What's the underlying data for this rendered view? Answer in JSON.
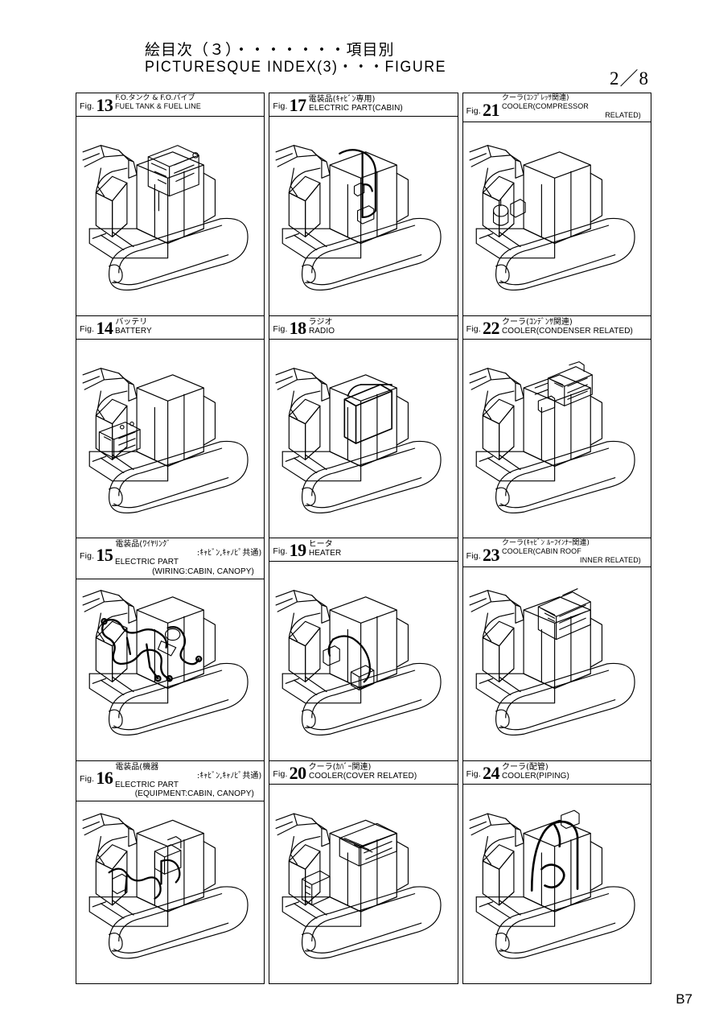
{
  "header": {
    "title_jp": "絵目次（３）・・・・・・・項目別",
    "title_en": "PICTURESQUE INDEX(3)・・・FIGURE",
    "page_number": "2／8",
    "footer_code": "B7"
  },
  "figures": [
    {
      "fig_label": "Fig.",
      "number": "13",
      "jp": "F.O.タンク & F.O.パイプ",
      "en": "FUEL TANK & FUEL LINE",
      "en2": "",
      "jp2": "",
      "art": "tank"
    },
    {
      "fig_label": "Fig.",
      "number": "14",
      "jp": "バッテリ",
      "en": "BATTERY",
      "en2": "",
      "jp2": "",
      "art": "battery"
    },
    {
      "fig_label": "Fig.",
      "number": "15",
      "jp": "電装品(ﾜｲﾔﾘﾝｸﾞ",
      "jp2": ":ｷｬﾋﾞﾝ,ｷｬﾉﾋﾟ共通)",
      "en": "ELECTRIC PART",
      "en2": "(WIRING:CABIN, CANOPY)",
      "art": "wiring"
    },
    {
      "fig_label": "Fig.",
      "number": "16",
      "jp": "電装品(機器",
      "jp2": ":ｷｬﾋﾞﾝ,ｷｬﾉﾋﾟ共通)",
      "en": "ELECTRIC PART",
      "en2": "(EQUIPMENT:CABIN, CANOPY)",
      "art": "equipment"
    },
    {
      "fig_label": "Fig.",
      "number": "17",
      "jp": "電装品(ｷｬﾋﾞﾝ専用)",
      "en": "ELECTRIC PART(CABIN)",
      "en2": "",
      "jp2": "",
      "art": "cabinelec"
    },
    {
      "fig_label": "Fig.",
      "number": "18",
      "jp": "ラジオ",
      "en": "RADIO",
      "en2": "",
      "jp2": "",
      "art": "radio"
    },
    {
      "fig_label": "Fig.",
      "number": "19",
      "jp": "ヒータ",
      "en": "HEATER",
      "en2": "",
      "jp2": "",
      "art": "heater"
    },
    {
      "fig_label": "Fig.",
      "number": "20",
      "jp": "クーラ(ｶﾊﾞｰ関連)",
      "en": "COOLER(COVER RELATED)",
      "en2": "",
      "jp2": "",
      "art": "coolercover"
    },
    {
      "fig_label": "Fig.",
      "number": "21",
      "jp": "クーラ(ｺﾝﾌﾟﾚｯｻ関連)",
      "en": "COOLER(COMPRESSOR",
      "en2": "RELATED)",
      "jp2": "",
      "art": "compressor"
    },
    {
      "fig_label": "Fig.",
      "number": "22",
      "jp": "クーラ(ｺﾝﾃﾞﾝｻ関連)",
      "en": "COOLER(CONDENSER RELATED)",
      "en2": "",
      "jp2": "",
      "art": "condenser"
    },
    {
      "fig_label": "Fig.",
      "number": "23",
      "jp": "クーラ(ｷｬﾋﾞﾝ ﾙｰﾌｲﾝﾅｰ関連)",
      "en": "COOLER(CABIN ROOF",
      "en2": "INNER RELATED)",
      "jp2": "",
      "art": "roofinner"
    },
    {
      "fig_label": "Fig.",
      "number": "24",
      "jp": "クーラ(配管)",
      "en": "COOLER(PIPING)",
      "en2": "",
      "jp2": "",
      "art": "piping"
    }
  ],
  "layout": {
    "columns": [
      {
        "cells": [
          0,
          1,
          2,
          3
        ]
      },
      {
        "cells": [
          4,
          5,
          6,
          7
        ]
      },
      {
        "cells": [
          8,
          9,
          10,
          11
        ]
      }
    ]
  },
  "colors": {
    "ink": "#000000",
    "paper": "#ffffff"
  }
}
